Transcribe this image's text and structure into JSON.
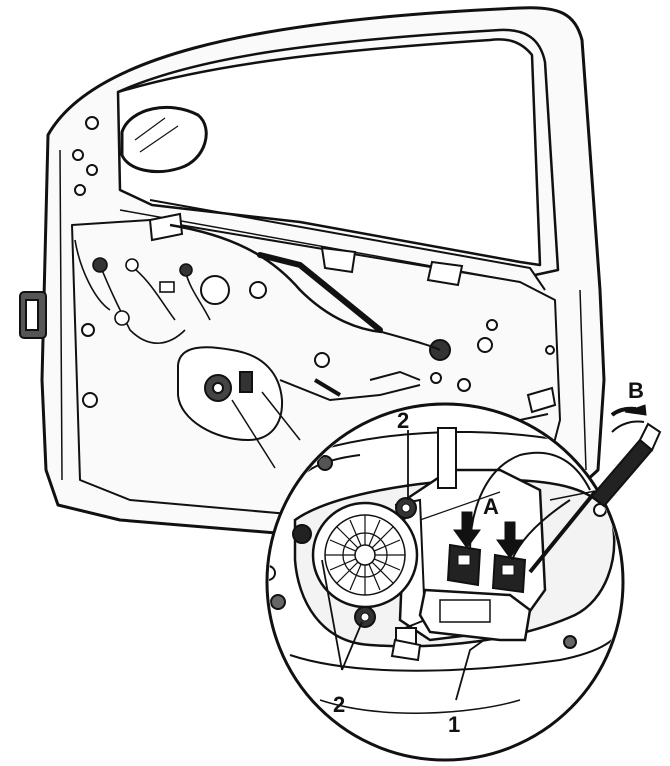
{
  "labels": {
    "part_1": "1",
    "part_2_upper": "2",
    "part_2_lower": "2",
    "arrow_a": "A",
    "arrow_b": "B"
  },
  "colors": {
    "ink": "#111111",
    "paper": "#ffffff",
    "shade": "#d9d9d9"
  }
}
